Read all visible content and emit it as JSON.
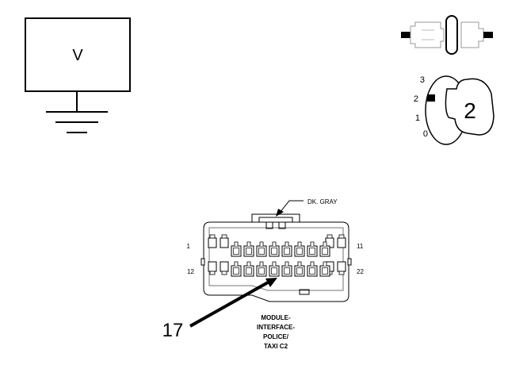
{
  "voltmeter": {
    "symbol": "V"
  },
  "rotary_switch": {
    "positions": [
      "3",
      "2",
      "1",
      "0"
    ],
    "selected": "2"
  },
  "connector": {
    "color_label": "DK. GRAY",
    "pin_top_left": "1",
    "pin_top_right": "11",
    "pin_bottom_left": "12",
    "pin_bottom_right": "22",
    "name_lines": [
      "MODULE-",
      "INTERFACE-",
      "POLICE/",
      "TAXI C2"
    ]
  },
  "callout": {
    "pin": "17"
  }
}
